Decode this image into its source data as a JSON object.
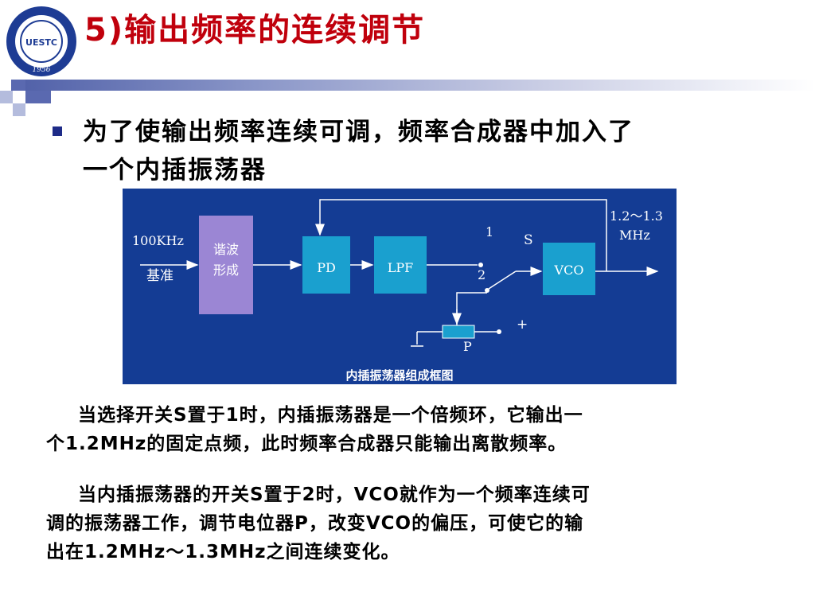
{
  "header": {
    "title": "5)输出频率的连续调节",
    "logo_text": "UESTC",
    "logo_year": "1956"
  },
  "bullet": {
    "line1": "为了使输出频率连续可调，频率合成器中加入了",
    "line2": "一个内插振荡器"
  },
  "diagram": {
    "input_freq": "100KHz",
    "input_label": "基准",
    "shaper_line1": "谐波",
    "shaper_line2": "形成",
    "pd": "PD",
    "lpf": "LPF",
    "vco": "VCO",
    "switch_pos1": "1",
    "switch_pos2": "2",
    "switch_label": "S",
    "pot_label": "P",
    "plus": "+",
    "output_freq": "1.2～1.3",
    "output_unit": "MHz",
    "caption": "内插振荡器组成框图",
    "colors": {
      "background": "#143c94",
      "shaper": "#9b86d4",
      "block": "#1aa0cf",
      "line": "#ffffff"
    }
  },
  "paragraphs": {
    "p1_line1": "当选择开关S置于1时，内插振荡器是一个倍频环，它输出一",
    "p1_line2": "个1.2MHz的固定点频，此时频率合成器只能输出离散频率。",
    "p2_line1": "当内插振荡器的开关S置于2时，VCO就作为一个频率连续可",
    "p2_line2": "调的振荡器工作，调节电位器P，改变VCO的偏压，可使它的输",
    "p2_line3": "出在1.2MHz～1.3MHz之间连续变化。"
  }
}
